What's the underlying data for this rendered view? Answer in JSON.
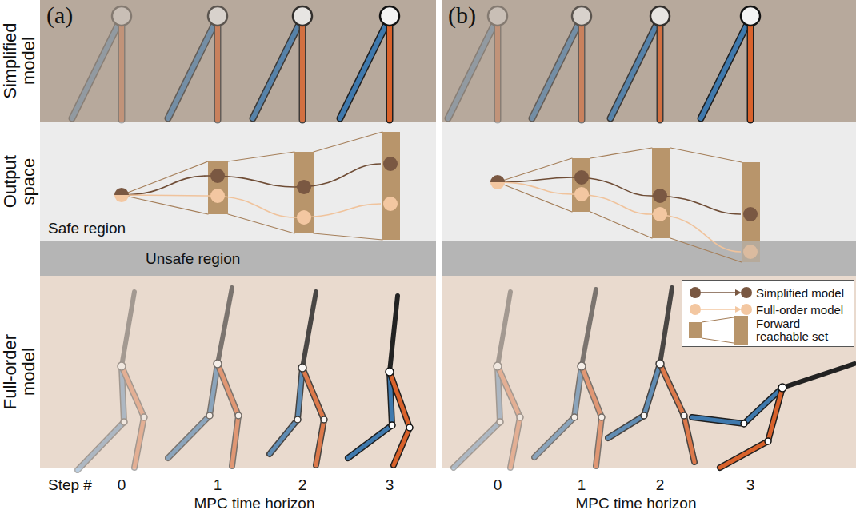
{
  "diagram": {
    "nodes": [
      {
        "text": [
          "Unsafe region"
        ]
      }
    ],
    "labels": [
      "(a)",
      "(b)",
      "Simplified model",
      "Output space",
      "Full-order model",
      "Safe region",
      "Step #",
      "0",
      "1",
      "2",
      "3",
      "0",
      "1",
      "2",
      "3",
      "MPC time horizon",
      "MPC time horizon"
    ],
    "legend": [
      {
        "text": "Simplified model"
      },
      {
        "text": "Full-order model"
      },
      {
        "text": "Forward reachable set"
      }
    ]
  }
}
